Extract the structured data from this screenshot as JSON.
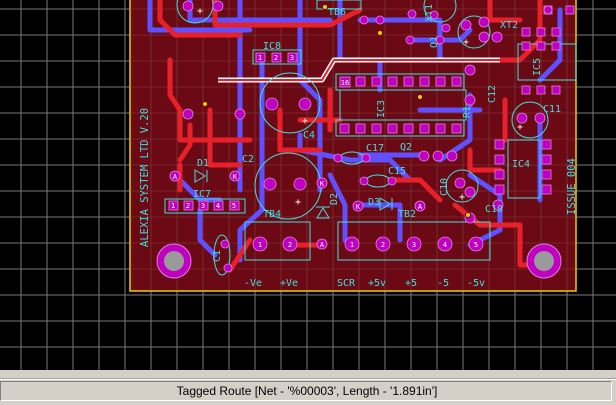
{
  "status_bar": {
    "message": "Tagged Route [Net - '%00003', Length - '1.891in']"
  },
  "board": {
    "silkscreen_vertical_left": "ALEXIA SYSTEM LTD V.20",
    "silkscreen_vertical_right": "ISSUE 004",
    "designators": {
      "tb6": "TB6",
      "ic8": "IC8",
      "xt1": "XT1",
      "xt2": "XT2",
      "q1": "Q1",
      "ic5": "IC5",
      "c12": "C12",
      "ic3": "IC3",
      "r1": "R1",
      "c11": "C11",
      "c4": "C4",
      "c17": "C17",
      "q2": "Q2",
      "ic4": "IC4",
      "d1": "D1",
      "c2": "C2",
      "c15": "C15",
      "c10": "C10",
      "ic7": "IC7",
      "d2": "D2",
      "d3": "D3",
      "tb2": "TB2",
      "c18": "C18",
      "tb4": "TB4",
      "c1": "C1"
    },
    "pin_labels": {
      "ic8_1": "1",
      "ic8_2": "2",
      "ic8_3": "3",
      "ic7_1": "1",
      "ic7_2": "2",
      "ic7_3": "3",
      "ic7_4": "4",
      "ic7_5": "5",
      "ic3_16": "16",
      "tb4_1": "1",
      "tb4_2": "2",
      "tb2_1": "1",
      "tb2_2": "2",
      "tb2_3": "3",
      "tb2_4": "4",
      "tb2_5": "5",
      "a": "A",
      "k": "K",
      "plus": "+"
    },
    "connector_labels": {
      "neg_ve": "-Ve",
      "pos_ve": "+Ve",
      "scr": "SCR",
      "plus5v": "+5v",
      "plus5": "+5",
      "minus5": "-5",
      "minus5v": "-5v"
    }
  },
  "colors": {
    "background": "#000000",
    "grid": "#7a7a7a",
    "board_fill": "#6b0a14",
    "board_outline": "#e8d000",
    "top_copper": "#e8202a",
    "bottom_copper": "#6050ff",
    "pad": "#c000c0",
    "silkscreen": "#40e0e0",
    "tagged_route": "#ffffff"
  }
}
